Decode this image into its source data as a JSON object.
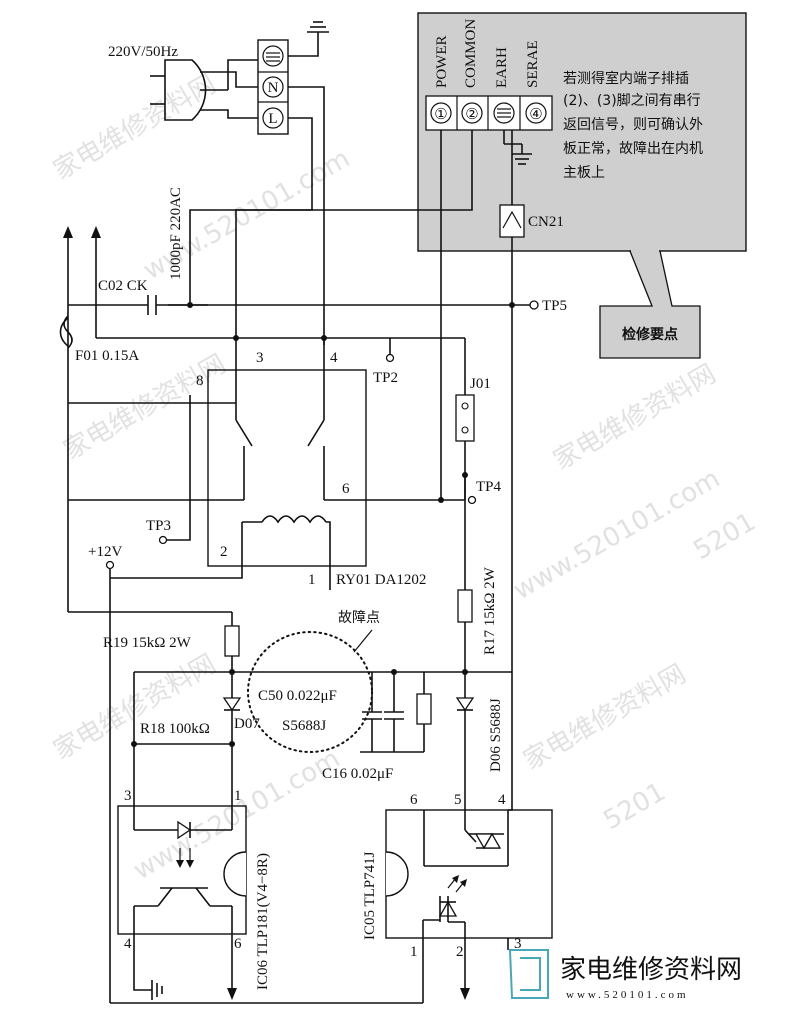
{
  "source": {
    "label": "220V/50Hz",
    "terminals": [
      "N",
      "L"
    ]
  },
  "capacitor_x": {
    "rating": "1000pF 220AC"
  },
  "c02": {
    "label": "C02 CK"
  },
  "fuse": {
    "label": "F01 0.15A"
  },
  "test_points": {
    "tp2": "TP2",
    "tp3": "TP3",
    "tp4": "TP4",
    "tp5": "TP5"
  },
  "relay": {
    "label": "RY01 DA1202",
    "pins": {
      "p1": "1",
      "p2": "2",
      "p3": "3",
      "p4": "4",
      "p6": "6",
      "p8": "8"
    }
  },
  "jumper": {
    "label": "J01"
  },
  "supply": {
    "label": "+12V"
  },
  "terminal_block": {
    "headers": [
      "POWER",
      "COMMON",
      "EARH",
      "SERAE"
    ],
    "pins": [
      "①",
      "②",
      "④"
    ],
    "connector": "CN21",
    "note_lines": [
      "若测得室内端子排插",
      "(2)、(3)脚之间有串行",
      "返回信号，则可确认外",
      "板正常，故障出在内机",
      "主板上"
    ],
    "callout": "检修要点"
  },
  "fault": {
    "label": "故障点"
  },
  "r19": {
    "label": "R19 15kΩ 2W"
  },
  "r17": {
    "label": "R17  15kΩ  2W"
  },
  "r18": {
    "label": "R18 100kΩ"
  },
  "c50": {
    "label": "C50  0.022μF"
  },
  "d07": {
    "label": "D07",
    "part": "S5688J"
  },
  "c16": {
    "label": "C16   0.02μF"
  },
  "d06": {
    "label": "D06 S5688J"
  },
  "ic06": {
    "label": "IC06  TLP181(V4−8R)",
    "pins": {
      "p1": "1",
      "p3": "3",
      "p4": "4",
      "p6": "6"
    }
  },
  "ic05": {
    "label": "IC05 TLP741J",
    "pins": {
      "p1": "1",
      "p2": "2",
      "p3": "3",
      "p4": "4",
      "p5": "5",
      "p6": "6"
    }
  },
  "brand": {
    "name": "家电维修资料网",
    "url": "www.520101.com"
  },
  "watermarks": {
    "site": "家电维修资料网",
    "url": "www.520101.com",
    "short": "5201"
  }
}
